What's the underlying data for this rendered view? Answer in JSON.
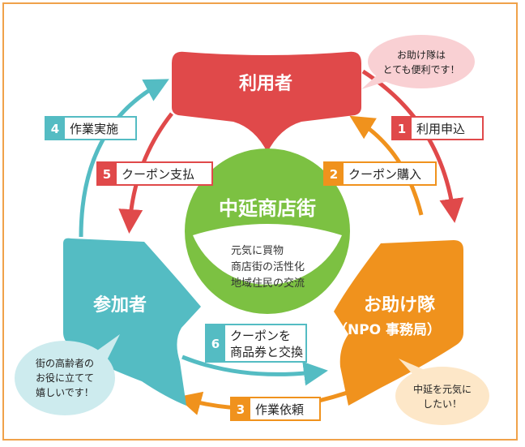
{
  "colors": {
    "user": "#e0494a",
    "participant": "#54bcc3",
    "helper": "#f0921d",
    "center": "#7cc142",
    "frame": "#f0a24a",
    "step_user_side": "#e0494a",
    "step_participant_side": "#54bcc3",
    "step_helper_side": "#f0921d"
  },
  "nodes": {
    "user": {
      "label": "利用者"
    },
    "participant": {
      "label": "参加者"
    },
    "helper": {
      "label": "お助け隊",
      "sublabel": "（NPO 事務局）"
    },
    "center": {
      "label": "中延商店街",
      "items": [
        "元気に買物",
        "商店街の活性化",
        "地域住民の交流"
      ]
    }
  },
  "steps": [
    {
      "num": "1",
      "label": "利用申込"
    },
    {
      "num": "2",
      "label": "クーポン購入"
    },
    {
      "num": "3",
      "label": "作業依頼"
    },
    {
      "num": "4",
      "label": "作業実施"
    },
    {
      "num": "5",
      "label": "クーポン支払"
    },
    {
      "num": "6",
      "label": "クーポンを",
      "label2": "商品券と交換"
    }
  ],
  "bubbles": {
    "user": [
      "お助け隊は",
      "とても便利です！"
    ],
    "participant": [
      "街の高齢者の",
      "お役に立てて",
      "嬉しいです！"
    ],
    "helper": [
      "中延を元気に",
      "したい！"
    ]
  }
}
